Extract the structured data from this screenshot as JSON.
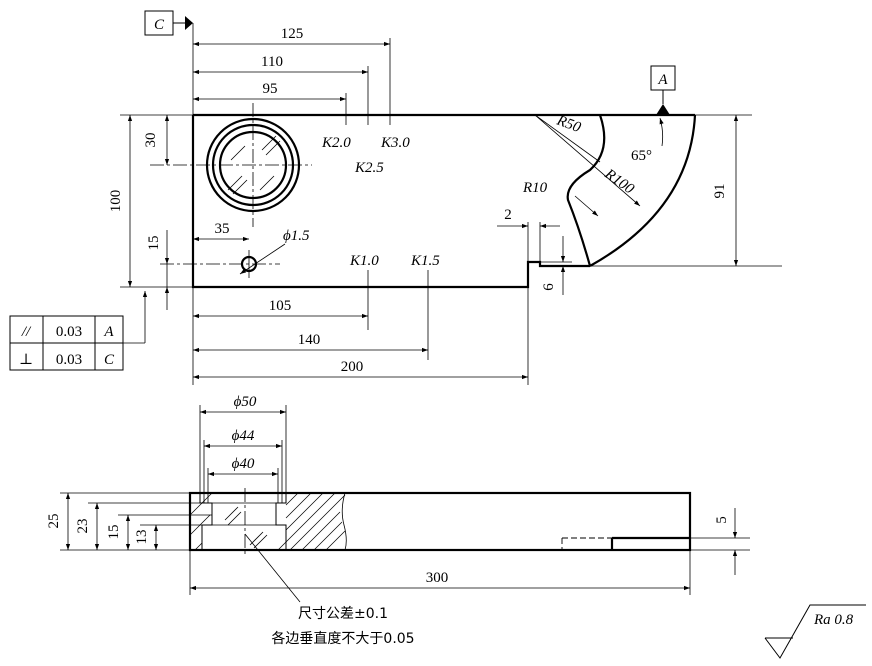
{
  "datum_c": "C",
  "datum_a": "A",
  "top_view": {
    "dims": {
      "d125": "125",
      "d110": "110",
      "d95": "95",
      "d30": "30",
      "d100": "100",
      "d15": "15",
      "d35": "35",
      "hole": "ϕ1.5",
      "d105": "105",
      "d140": "140",
      "d200": "200",
      "d91": "91",
      "d2": "2",
      "d6": "6"
    },
    "k_marks": [
      "K2.0",
      "K2.5",
      "K3.0",
      "K1.0",
      "K1.5"
    ],
    "radii": {
      "r50": "R50",
      "r100": "R100",
      "r10": "R10",
      "angle": "65°"
    }
  },
  "tolerance_frame": {
    "rows": [
      {
        "symbol": "//",
        "value": "0.03",
        "datum": "A"
      },
      {
        "symbol": "⊥",
        "value": "0.03",
        "datum": "C"
      }
    ]
  },
  "section_view": {
    "dims": {
      "phi50": "ϕ50",
      "phi44": "ϕ44",
      "phi40": "ϕ40",
      "d25": "25",
      "d23": "23",
      "d15": "15",
      "d13": "13",
      "d5": "5",
      "d300": "300"
    }
  },
  "notes": {
    "line1": "尺寸公差±0.1",
    "line2": "各边垂直度不大于0.05"
  },
  "roughness": "Ra 0.8"
}
